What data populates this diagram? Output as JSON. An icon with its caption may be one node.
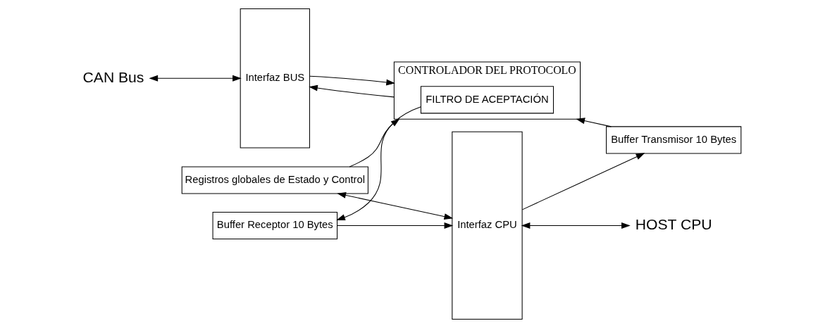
{
  "diagram": {
    "nodes": [
      {
        "text": [
          "CAN Bus"
        ]
      },
      {
        "text": [
          "Interfaz BUS"
        ]
      },
      {
        "text": [
          "CONTROLADOR DEL PROTOCOLO"
        ]
      },
      {
        "text": [
          "FILTRO DE ACEPTACIÓN"
        ],
        "in": 2
      },
      {
        "text": [
          "Registros globales de Estado y Control"
        ]
      },
      {
        "text": [
          "Buffer Transmisor 10 Bytes"
        ]
      },
      {
        "text": [
          "Buffer Receptor 10 Bytes"
        ]
      },
      {
        "text": [
          "Interfaz CPU"
        ]
      },
      {
        "text": [
          "HOST CPU"
        ]
      }
    ],
    "edges": [
      {
        "from": 0,
        "to": 1,
        "arrow": "both"
      },
      {
        "from": 1,
        "to": 2,
        "arrow": "to"
      },
      {
        "from": 2,
        "to": 1,
        "arrow": "to"
      },
      {
        "from": 4,
        "to": 2,
        "arrow": "to"
      },
      {
        "from": 4,
        "to": 7,
        "arrow": "both"
      },
      {
        "from": 7,
        "to": 5,
        "arrow": "to"
      },
      {
        "from": 5,
        "to": 2,
        "arrow": "to"
      },
      {
        "from": 3,
        "to": 6,
        "arrow": "to"
      },
      {
        "from": 6,
        "to": 7,
        "arrow": "to"
      },
      {
        "from": 7,
        "to": 8,
        "arrow": "both"
      }
    ]
  }
}
